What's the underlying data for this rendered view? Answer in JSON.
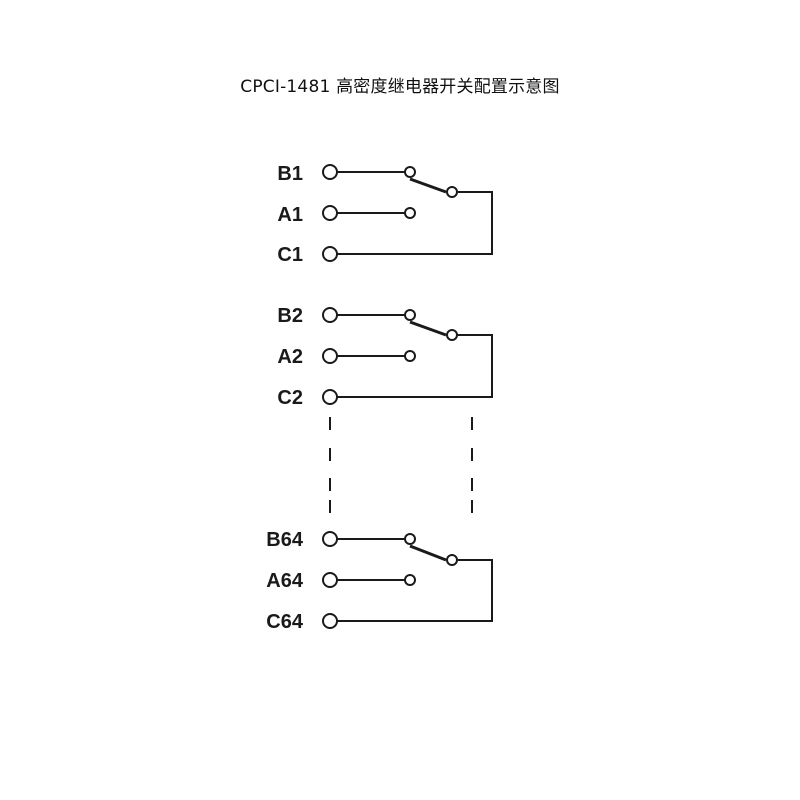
{
  "title": "CPCI-1481 高密度继电器开关配置示意图",
  "relays": [
    {
      "id": "relay-1",
      "pins": {
        "b": "B1",
        "a": "A1",
        "c": "C1"
      }
    },
    {
      "id": "relay-2",
      "pins": {
        "b": "B2",
        "a": "A2",
        "c": "C2"
      }
    },
    {
      "id": "relay-64",
      "pins": {
        "b": "B64",
        "a": "A64",
        "c": "C64"
      }
    }
  ],
  "colors": {
    "line": "#1a1a1a",
    "background": "#ffffff"
  }
}
